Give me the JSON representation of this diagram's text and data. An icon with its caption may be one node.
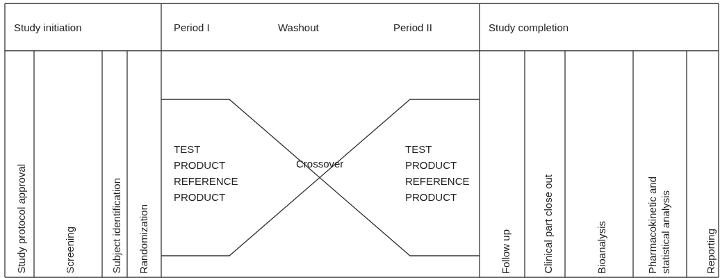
{
  "diagram": {
    "labels": [
      "Study initiation",
      "Period I",
      "Washout",
      "Period II",
      "Study completion",
      "Study protocol approval",
      "Screening",
      "Subject identification",
      "Randomization",
      "TEST PRODUCT",
      "REFERENCE PRODUCT",
      "Crossover",
      "TEST PRODUCT",
      "REFERENCE PRODUCT",
      "Follow up",
      "Clinical part close out",
      "Bioanalysis",
      "Pharmacokinetic and statistical analysis",
      "Reporting"
    ]
  }
}
